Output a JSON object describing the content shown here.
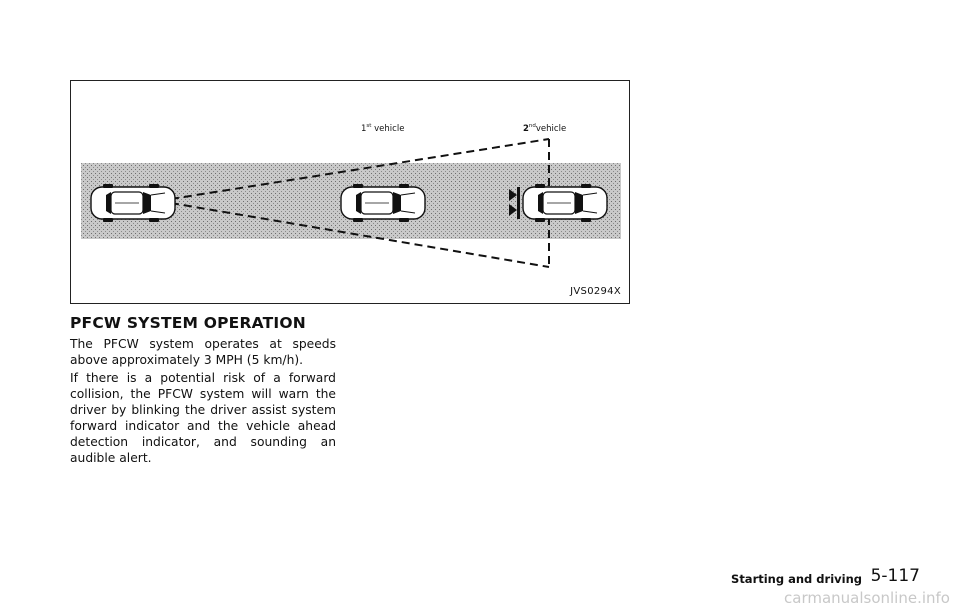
{
  "figure": {
    "label_first_vehicle_num": "1",
    "label_first_vehicle_sup": "st",
    "label_first_vehicle_word": " vehicle",
    "label_second_vehicle_num": "2",
    "label_second_vehicle_sup": "nd",
    "label_second_vehicle_word": "vehicle",
    "figure_code": "JVS0294X"
  },
  "section": {
    "title": "PFCW SYSTEM OPERATION",
    "paragraph_1": "The PFCW system operates at speeds above approximately 3 MPH (5 km/h).",
    "paragraph_2": "If there is a potential risk of a forward collision, the PFCW system will warn the driver by blinking the driver assist system forward indicator and the vehicle ahead detection indicator, and sounding an audible alert."
  },
  "footer": {
    "section_name": "Starting and driving",
    "page_number": "5-117"
  },
  "watermark": "carmanualsonline.info"
}
